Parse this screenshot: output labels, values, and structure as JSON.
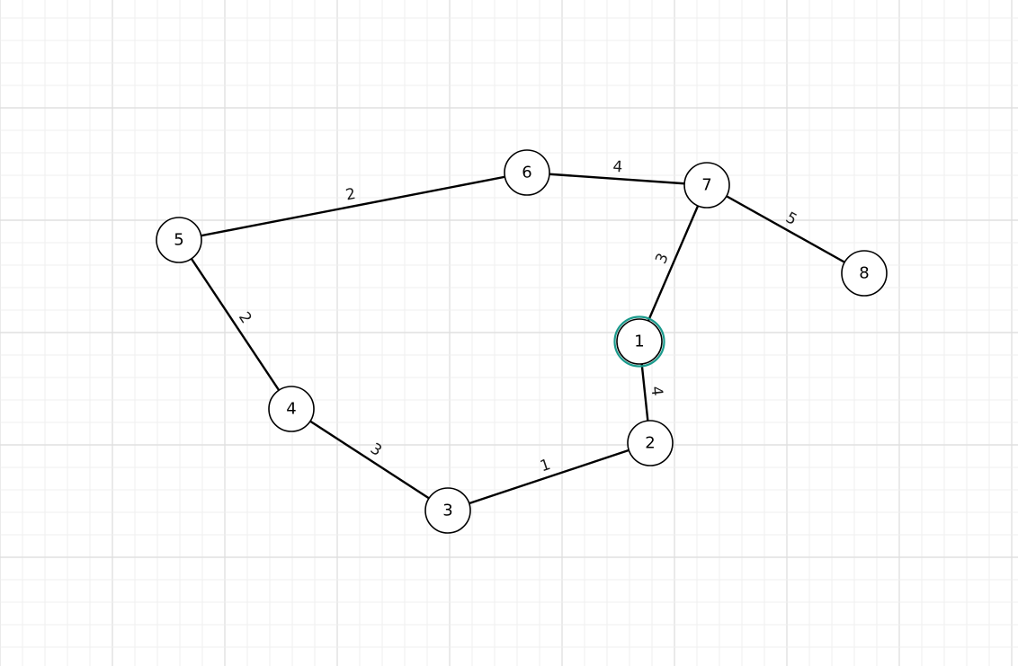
{
  "graph": {
    "selected_node": "1",
    "selection_color": "#1a9a8c",
    "nodes": [
      {
        "id": "1",
        "label": "1",
        "selected": true
      },
      {
        "id": "2",
        "label": "2"
      },
      {
        "id": "3",
        "label": "3"
      },
      {
        "id": "4",
        "label": "4"
      },
      {
        "id": "5",
        "label": "5"
      },
      {
        "id": "6",
        "label": "6"
      },
      {
        "id": "7",
        "label": "7"
      },
      {
        "id": "8",
        "label": "8"
      }
    ],
    "edges": [
      {
        "from": "5",
        "to": "6",
        "weight": "2"
      },
      {
        "from": "6",
        "to": "7",
        "weight": "4"
      },
      {
        "from": "7",
        "to": "8",
        "weight": "5"
      },
      {
        "from": "7",
        "to": "1",
        "weight": "3"
      },
      {
        "from": "1",
        "to": "2",
        "weight": "4"
      },
      {
        "from": "2",
        "to": "3",
        "weight": "1"
      },
      {
        "from": "3",
        "to": "4",
        "weight": "3"
      },
      {
        "from": "4",
        "to": "5",
        "weight": "2"
      }
    ]
  }
}
